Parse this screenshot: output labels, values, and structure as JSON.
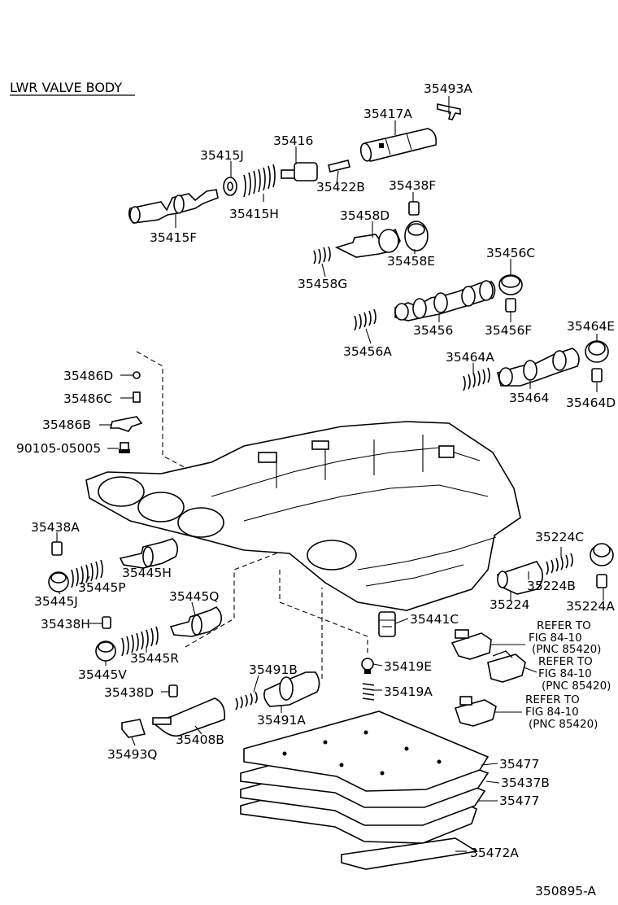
{
  "title": "LWR VALVE BODY",
  "figure_code": "350895-A",
  "labels": {
    "l35493A": "35493A",
    "l35417A": "35417A",
    "l35416": "35416",
    "l35415J": "35415J",
    "l35422B": "35422B",
    "l35438F": "35438F",
    "l35415H": "35415H",
    "l35458D": "35458D",
    "l35415F": "35415F",
    "l35458E": "35458E",
    "l35456C": "35456C",
    "l35458G": "35458G",
    "l35456": "35456",
    "l35456F": "35456F",
    "l35456A": "35456A",
    "l35464E": "35464E",
    "l35464A": "35464A",
    "l35486D": "35486D",
    "l35464": "35464",
    "l35464D": "35464D",
    "l35486C": "35486C",
    "l35486B": "35486B",
    "l90105": "90105-05005",
    "l35438A": "35438A",
    "l35224C": "35224C",
    "l35445H": "35445H",
    "l35445P": "35445P",
    "l35224B": "35224B",
    "l35445J": "35445J",
    "l35224": "35224",
    "l35224A": "35224A",
    "l35445Q": "35445Q",
    "l35441C": "35441C",
    "l35438H": "35438H",
    "l35445R": "35445R",
    "l35419E": "35419E",
    "l35445V": "35445V",
    "l35491B": "35491B",
    "l35438D": "35438D",
    "l35419A": "35419A",
    "l35491A": "35491A",
    "l35408B": "35408B",
    "l35493Q": "35493Q",
    "l35477a": "35477",
    "l35437B": "35437B",
    "l35477b": "35477",
    "l35472A": "35472A"
  },
  "refs": [
    {
      "line1": "REFER TO",
      "line2": "FIG 84-10",
      "line3": "(PNC 85420)"
    },
    {
      "line1": "REFER TO",
      "line2": "FIG 84-10",
      "line3": "(PNC 85420)"
    },
    {
      "line1": "REFER TO",
      "line2": "FIG 84-10",
      "line3": "(PNC 85420)"
    }
  ]
}
